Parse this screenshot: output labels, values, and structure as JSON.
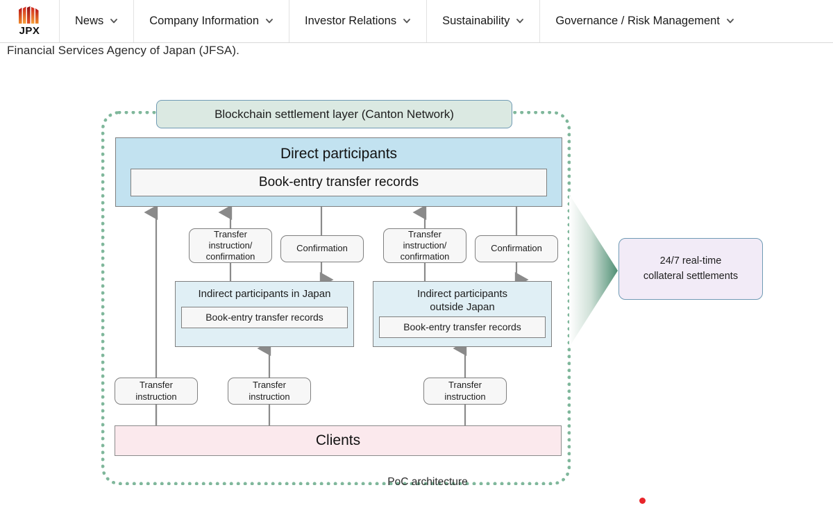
{
  "nav": {
    "logo": {
      "text": "JPX",
      "icon": "jpx-logo-icon"
    },
    "items": [
      {
        "label": "News",
        "icon": "chevron-down-icon"
      },
      {
        "label": "Company Information",
        "icon": "chevron-down-icon"
      },
      {
        "label": "Investor Relations",
        "icon": "chevron-down-icon"
      },
      {
        "label": "Sustainability",
        "icon": "chevron-down-icon"
      },
      {
        "label": "Governance / Risk Management",
        "icon": "chevron-down-icon"
      }
    ]
  },
  "lead_text": "Financial Services Agency of Japan (JFSA).",
  "diagram": {
    "blockchain_layer": "Blockchain settlement layer (Canton Network)",
    "direct_participants": {
      "title": "Direct participants",
      "record": "Book-entry transfer records"
    },
    "messages": {
      "transfer_instruction_confirmation": "Transfer\ninstruction/\nconfirmation",
      "confirmation": "Confirmation",
      "transfer_instruction": "Transfer\ninstruction"
    },
    "indirect_left": {
      "title": "Indirect participants in Japan",
      "record": "Book-entry transfer records"
    },
    "indirect_right": {
      "title": "Indirect participants\noutside Japan",
      "record": "Book-entry transfer records"
    },
    "clients": "Clients",
    "outcome": "24/7 real-time\ncollateral settlements"
  },
  "caption": "PoC architecture",
  "colors": {
    "brand_red": "#e8252a",
    "frame_green": "#7fb79b",
    "direct_blue": "#c2e2f0",
    "indirect_blue": "#e0eff5",
    "layer_green": "#dbe9e2",
    "clients_pink": "#fbe9ed",
    "outcome_purple": "#f2ebf7",
    "arrow_gray": "#8a8a8a"
  }
}
